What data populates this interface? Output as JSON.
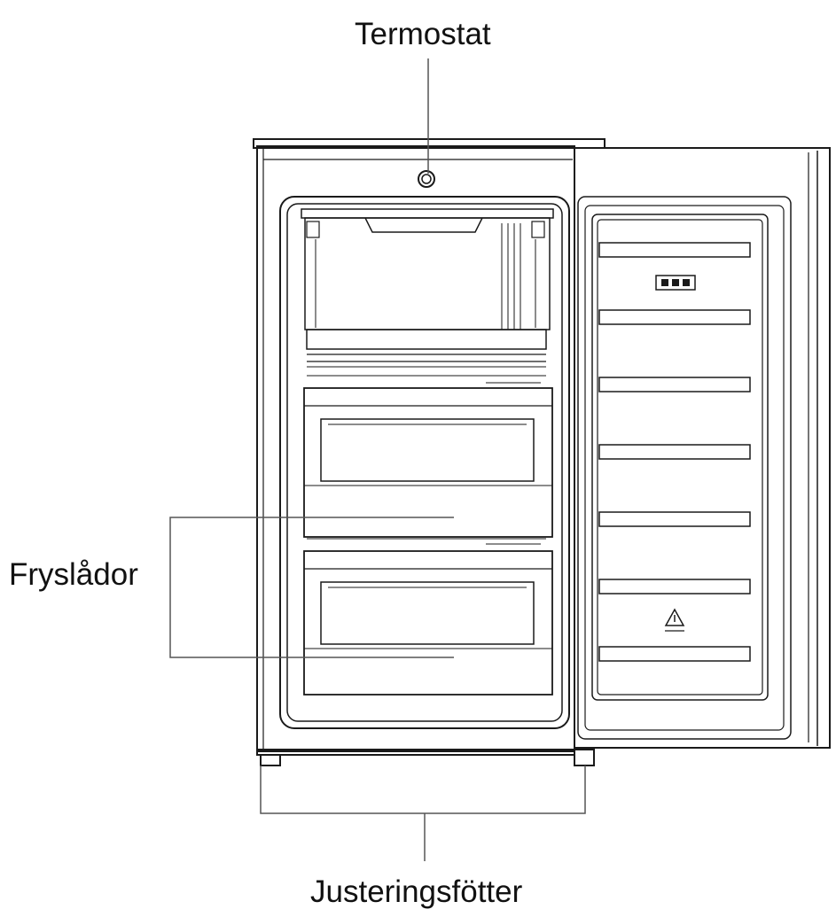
{
  "labels": {
    "thermostat": "Termostat",
    "freezer_drawers": "Fryslådor",
    "adjustable_feet": "Justeringsfötter"
  },
  "icons": {
    "door_display": "control-panel-icon",
    "door_symbol": "snowflake-warning-icon"
  },
  "colors": {
    "line": "#1a1a1a",
    "leader": "#555555",
    "background": "#ffffff"
  }
}
